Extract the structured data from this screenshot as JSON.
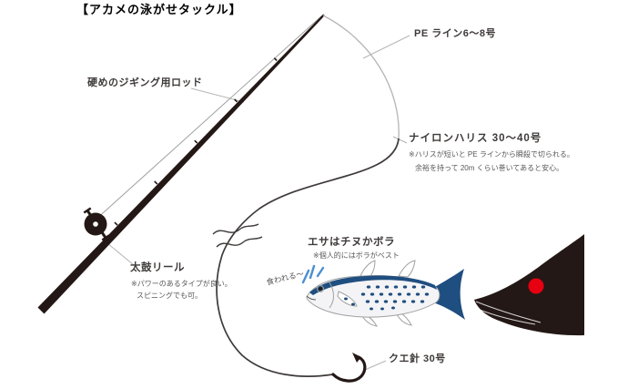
{
  "title": "【アカメの泳がせタックル】",
  "labels": {
    "rod": "硬めのジギング用ロッド",
    "pe_line": "PE ライン6〜8号",
    "leader": "ナイロンハリス 30〜40号",
    "leader_note1": "※ハリスが短いと PE ラインから瞬殺で切られる。",
    "leader_note2": "余裕を持って 20m くらい巻いてあると安心。",
    "bait": "エサはチヌかボラ",
    "bait_note": "※個人的にはボラがベスト",
    "bitten": "食われる〜",
    "reel": "太鼓リール",
    "reel_note1": "※パワーのあるタイプが良い。",
    "reel_note2": "スピニングでも可。",
    "hook": "クエ針 30号"
  },
  "colors": {
    "ink": "#231815",
    "navy": "#1f4e80",
    "surprise_blue": "#4a8fd3",
    "eye_red": "#e60012",
    "callout_gray": "#b5b5b6",
    "text": "#3e3a39",
    "subtext": "#595757",
    "background": "#ffffff"
  }
}
